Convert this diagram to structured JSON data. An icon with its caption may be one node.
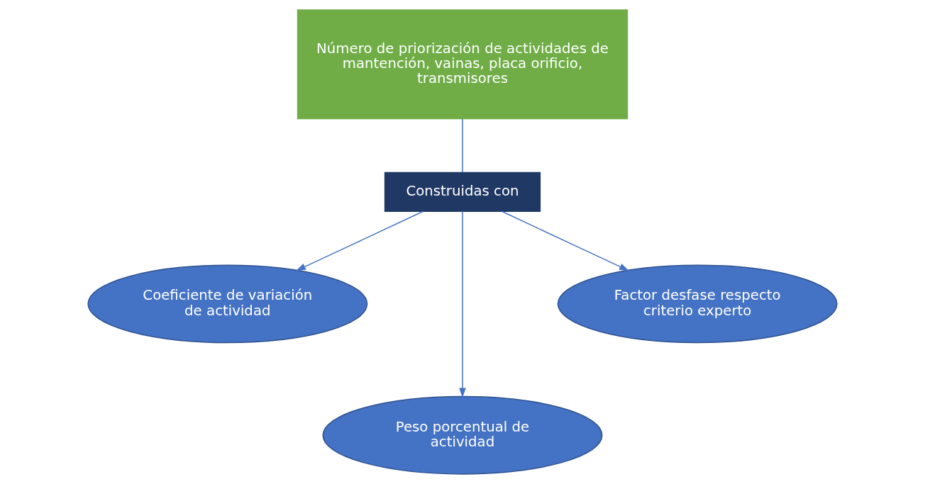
{
  "diagram": {
    "nodes": [
      {
        "text": [
          "Número de priorización de actividades de mantención, vainas, placa orificio, transmisores"
        ]
      },
      {
        "text": [
          "Construidas con"
        ]
      },
      {
        "text": [
          "Coeficiente de variación de actividad"
        ]
      },
      {
        "text": [
          "Peso porcentual de actividad"
        ]
      },
      {
        "text": [
          "Factor desfase respecto criterio experto"
        ]
      }
    ],
    "edges": [
      {
        "from": 0,
        "to": 1,
        "arrow": "none"
      },
      {
        "from": 1,
        "to": 2,
        "arrow": "to"
      },
      {
        "from": 1,
        "to": 3,
        "arrow": "to"
      },
      {
        "from": 1,
        "to": 4,
        "arrow": "to"
      }
    ]
  }
}
